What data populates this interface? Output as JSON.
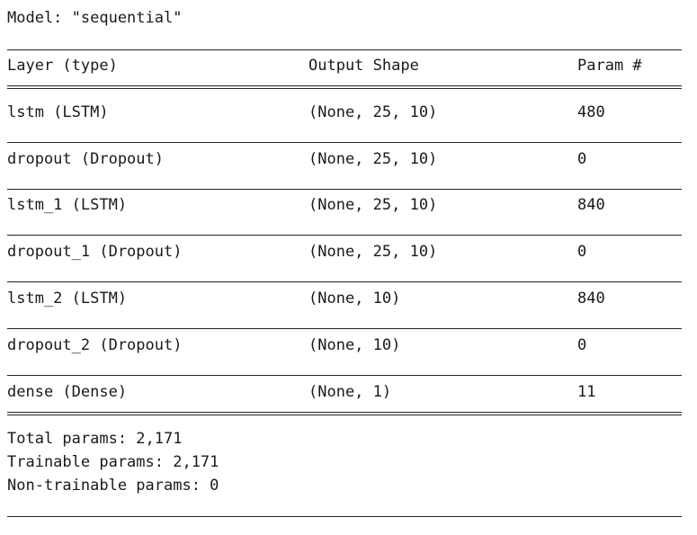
{
  "model": {
    "title": "Model: \"sequential\""
  },
  "header": {
    "layer_type": "Layer (type)",
    "output_shape": "Output Shape",
    "param_count": "Param #"
  },
  "layers": [
    {
      "name": "lstm (LSTM)",
      "shape": "(None, 25, 10)",
      "params": "480"
    },
    {
      "name": "dropout (Dropout)",
      "shape": "(None, 25, 10)",
      "params": "0"
    },
    {
      "name": "lstm_1 (LSTM)",
      "shape": "(None, 25, 10)",
      "params": "840"
    },
    {
      "name": "dropout_1 (Dropout)",
      "shape": "(None, 25, 10)",
      "params": "0"
    },
    {
      "name": "lstm_2 (LSTM)",
      "shape": "(None, 10)",
      "params": "840"
    },
    {
      "name": "dropout_2 (Dropout)",
      "shape": "(None, 10)",
      "params": "0"
    },
    {
      "name": "dense (Dense)",
      "shape": "(None, 1)",
      "params": "11"
    }
  ],
  "totals": {
    "total": "Total params: 2,171",
    "trainable": "Trainable params: 2,171",
    "non_trainable": "Non-trainable params: 0"
  }
}
